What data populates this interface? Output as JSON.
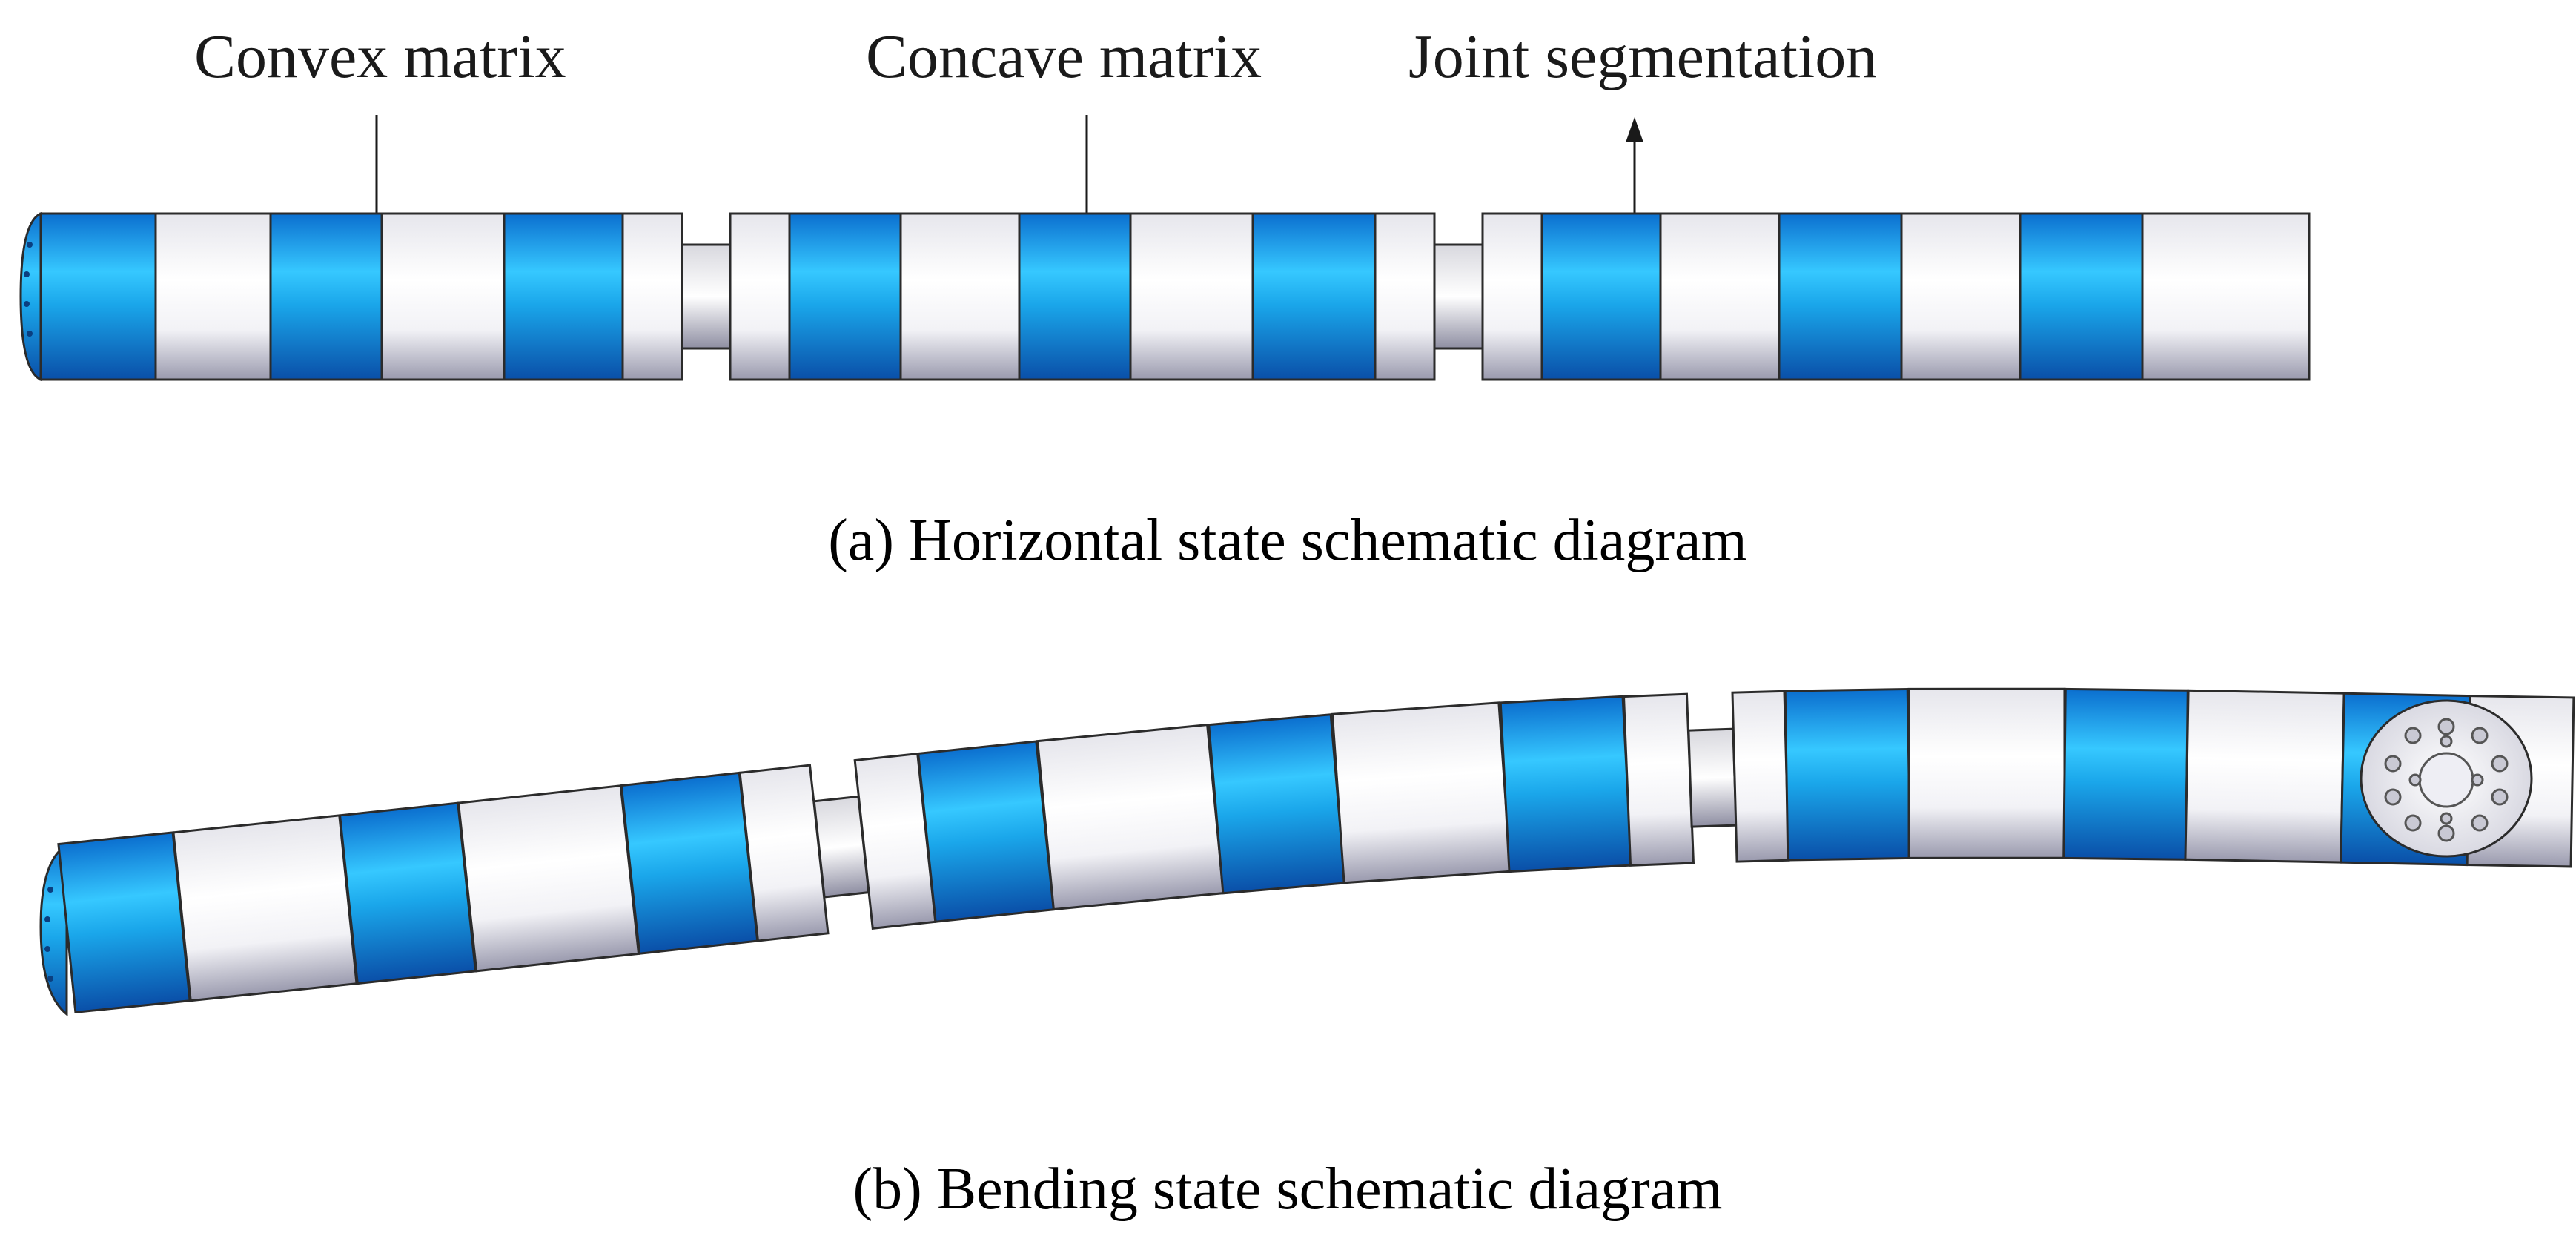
{
  "labels": {
    "convex": "Convex matrix",
    "concave": "Concave matrix",
    "joint": "Joint segmentation"
  },
  "captions": {
    "a": "(a) Horizontal state schematic diagram",
    "b": "(b) Bending state schematic diagram"
  },
  "colors": {
    "blue": "#1aa6ea",
    "white": "#f4f4f8",
    "outline": "#2b2b2b"
  },
  "horizontal_pattern": [
    "blue",
    "white",
    "blue",
    "white",
    "blue",
    "white",
    "joint",
    "white",
    "blue",
    "white",
    "blue",
    "white",
    "blue",
    "white",
    "joint",
    "white",
    "blue",
    "white",
    "blue",
    "white",
    "blue",
    "white"
  ],
  "bending_pattern": [
    "blue",
    "white",
    "blue",
    "white",
    "blue",
    "white",
    "joint",
    "white",
    "blue",
    "white",
    "blue",
    "white",
    "blue",
    "white",
    "joint",
    "white",
    "blue",
    "white",
    "blue",
    "white",
    "blue",
    "white"
  ]
}
